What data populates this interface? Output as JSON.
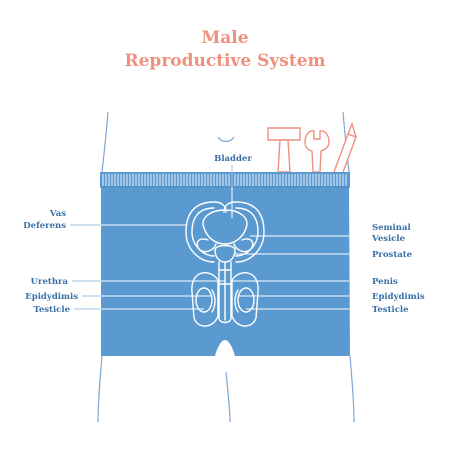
{
  "title": {
    "line1": "Male",
    "line2": "Reproductive System"
  },
  "colors": {
    "title": "#f0907f",
    "shorts": "#5a9ad0",
    "waistband_stripe": "#e8f1fa",
    "organ_outline": "#ffffff",
    "label": "#3a6fa5",
    "tool_pink": "#f0907f"
  },
  "labels": {
    "bladder": "Bladder",
    "vas_deferens_1": "Vas",
    "vas_deferens_2": "Deferens",
    "seminal_vesicle_1": "Seminal",
    "seminal_vesicle_2": "Vesicle",
    "prostate": "Prostate",
    "urethra": "Urethra",
    "penis": "Penis",
    "epididymis_left": "Epidydimis",
    "epididymis_right": "Epidydimis",
    "testicle_left": "Testicle",
    "testicle_right": "Testicle"
  },
  "icons": [
    "hammer-icon",
    "wrench-icon",
    "pencil-icon"
  ]
}
